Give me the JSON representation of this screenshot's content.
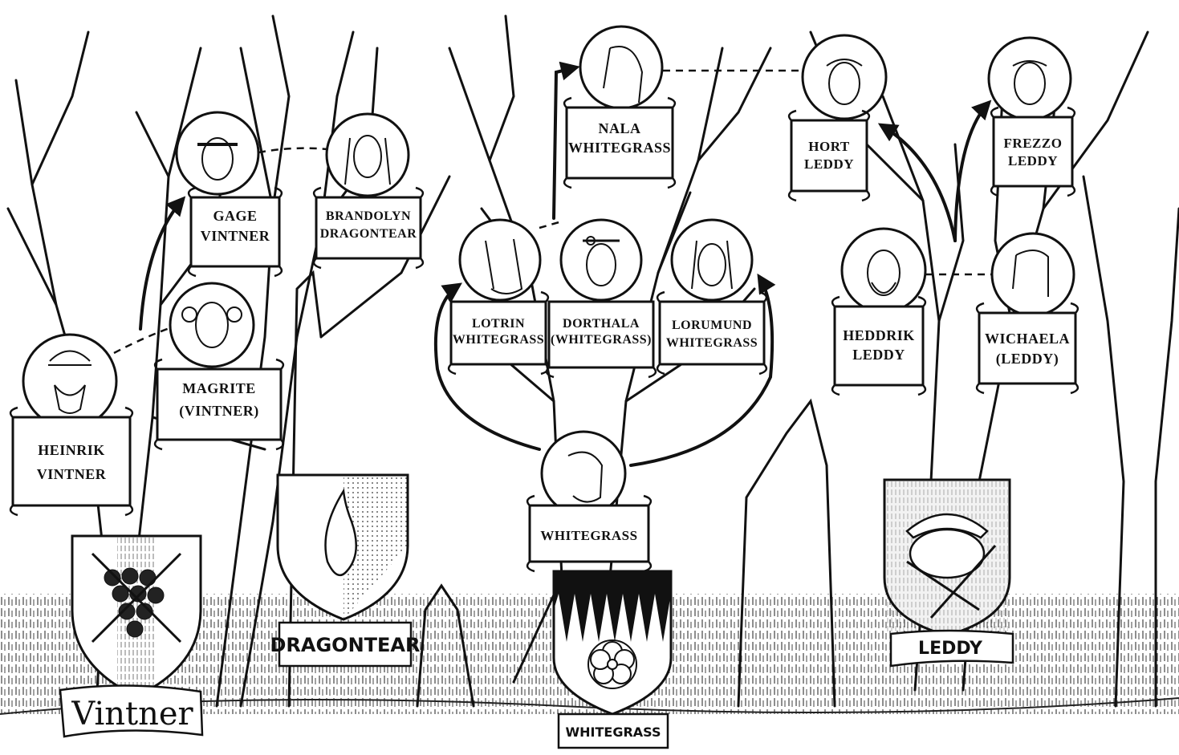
{
  "people": {
    "heinrik": {
      "line1": "HEINRIK",
      "line2": "VINTNER"
    },
    "magrite": {
      "line1": "MAGRITE",
      "line2": "(VINTNER)"
    },
    "gage": {
      "line1": "GAGE",
      "line2": "VINTNER"
    },
    "brandolyn": {
      "line1": "BRANDOLYN",
      "line2": "DRAGONTEAR"
    },
    "nala": {
      "line1": "NALA",
      "line2": "WHITEGRASS"
    },
    "lotrin": {
      "line1": "LOTRIN",
      "line2": "WHITEGRASS"
    },
    "dorthala": {
      "line1": "DORTHALA",
      "line2": "(WHITEGRASS)"
    },
    "lorumund": {
      "line1": "LORUMUND",
      "line2": "WHITEGRASS"
    },
    "whitegrass": {
      "line1": "WHITEGRASS"
    },
    "hort": {
      "line1": "HORT",
      "line2": "LEDDY"
    },
    "frezzo": {
      "line1": "FREZZO",
      "line2": "LEDDY"
    },
    "heddrik": {
      "line1": "HEDDRIK",
      "line2": "LEDDY"
    },
    "wichaela": {
      "line1": "WICHAELA",
      "line2": "(LEDDY)"
    }
  },
  "families": {
    "vintner": "Vintner",
    "dragontear": "DRAGONTEAR",
    "whitegrass": "WHITEGRASS",
    "leddy": "LEDDY"
  },
  "colors": {
    "ink": "#111111",
    "paper": "#ffffff",
    "tint": "#f2f2f2"
  }
}
